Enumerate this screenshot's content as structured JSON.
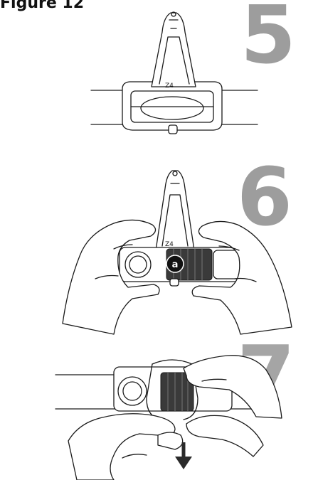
{
  "figure": {
    "title": "Figure 12"
  },
  "steps": [
    {
      "number": "5"
    },
    {
      "number": "6",
      "callout": "a"
    },
    {
      "number": "7"
    }
  ],
  "colors": {
    "step_number": "#9d9d9d",
    "line_art": "#1a1a1a",
    "callout_fill": "#111111"
  },
  "icons": {
    "direction": "arrow-down-icon"
  }
}
